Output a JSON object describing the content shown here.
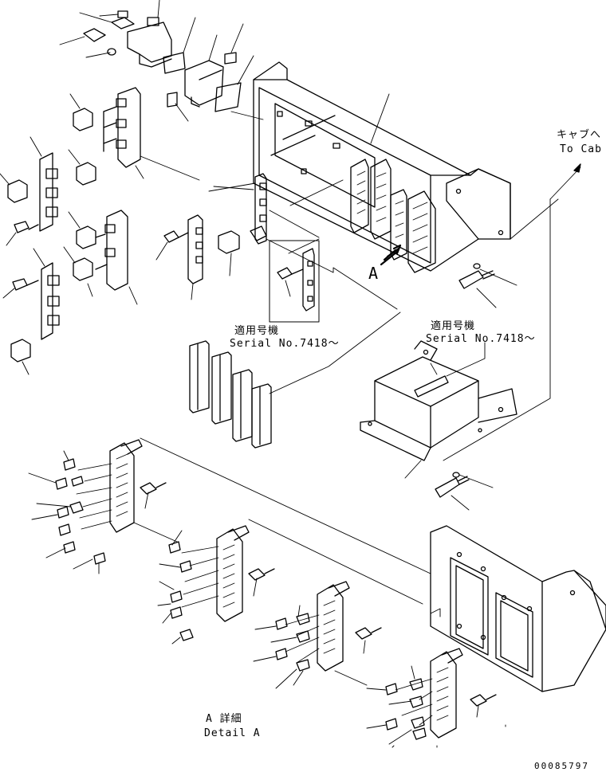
{
  "labels": {
    "to_cab_jp": "キャブへ",
    "to_cab_en": "To Cab",
    "serial_1_jp": "適用号機",
    "serial_1_en": "Serial No.7418～",
    "serial_2_jp": "適用号機",
    "serial_2_en": "Serial No.7418～",
    "view_a": "A",
    "detail_jp": "A 詳細",
    "detail_en": "Detail A",
    "drawing_number": "00085797"
  },
  "colors": {
    "line": "#000000",
    "background": "#ffffff"
  }
}
